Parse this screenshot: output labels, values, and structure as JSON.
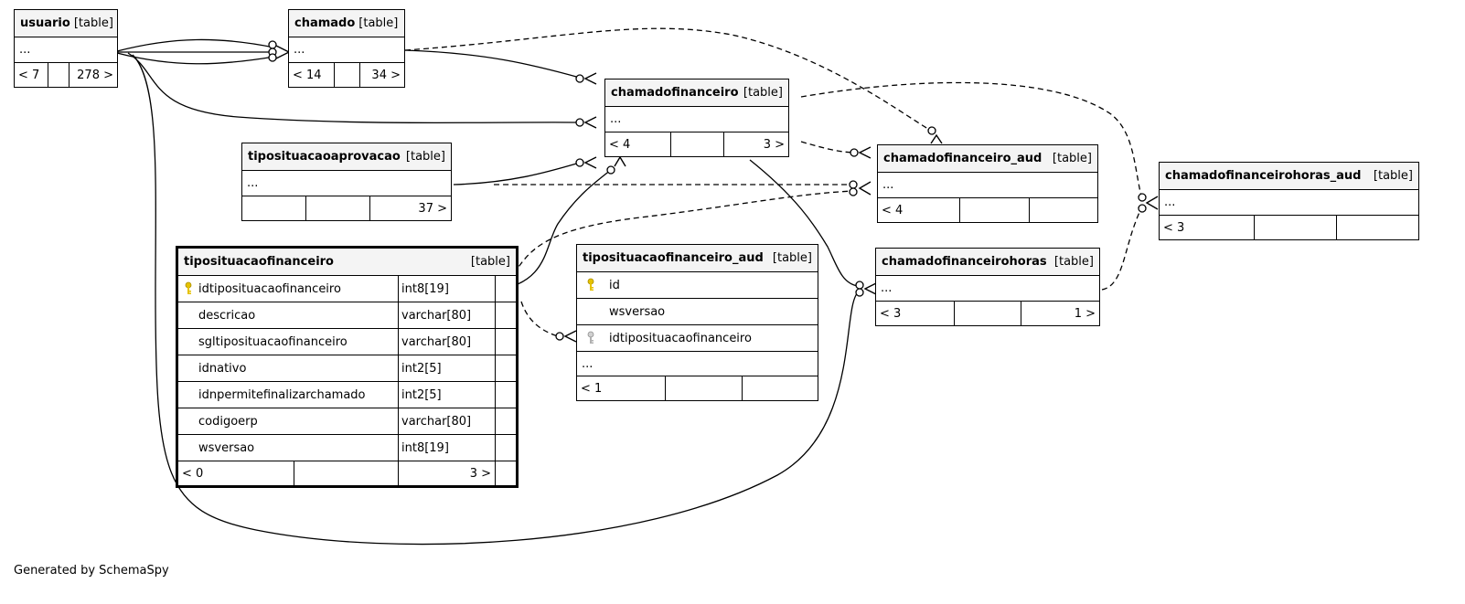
{
  "tables": {
    "usuario": {
      "name": "usuario",
      "tag": "[table]",
      "ellipsis": "...",
      "footer": [
        "< 7",
        "",
        "278 >"
      ]
    },
    "chamado": {
      "name": "chamado",
      "tag": "[table]",
      "ellipsis": "...",
      "footer": [
        "< 14",
        "",
        "34 >"
      ]
    },
    "chamadofinanceiro": {
      "name": "chamadofinanceiro",
      "tag": "[table]",
      "ellipsis": "...",
      "footer": [
        "< 4",
        "",
        "3 >"
      ]
    },
    "tiposituacaoaprovacao": {
      "name": "tiposituacaoaprovacao",
      "tag": "[table]",
      "ellipsis": "...",
      "footer": [
        "",
        "",
        "37 >"
      ]
    },
    "tiposituacaofinanceiro": {
      "name": "tiposituacaofinanceiro",
      "tag": "[table]",
      "columns": [
        {
          "name": "idtiposituacaofinanceiro",
          "type": "int8[19]"
        },
        {
          "name": "descricao",
          "type": "varchar[80]"
        },
        {
          "name": "sgltiposituacaofinanceiro",
          "type": "varchar[80]"
        },
        {
          "name": "idnativo",
          "type": "int2[5]"
        },
        {
          "name": "idnpermitefinalizarchamado",
          "type": "int2[5]"
        },
        {
          "name": "codigoerp",
          "type": "varchar[80]"
        },
        {
          "name": "wsversao",
          "type": "int8[19]"
        }
      ],
      "footer": [
        "< 0",
        "",
        "3 >"
      ]
    },
    "tiposituacaofinanceiro_aud": {
      "name": "tiposituacaofinanceiro_aud",
      "tag": "[table]",
      "columns": [
        {
          "name": "id"
        },
        {
          "name": "wsversao"
        },
        {
          "name": "idtiposituacaofinanceiro"
        }
      ],
      "ellipsis": "...",
      "footer": [
        "< 1",
        "",
        ""
      ]
    },
    "chamadofinanceiro_aud": {
      "name": "chamadofinanceiro_aud",
      "tag": "[table]",
      "ellipsis": "...",
      "footer": [
        "< 4",
        "",
        ""
      ]
    },
    "chamadofinanceirohoras": {
      "name": "chamadofinanceirohoras",
      "tag": "[table]",
      "ellipsis": "...",
      "footer": [
        "< 3",
        "",
        "1 >"
      ]
    },
    "chamadofinanceirohoras_aud": {
      "name": "chamadofinanceirohoras_aud",
      "tag": "[table]",
      "ellipsis": "...",
      "footer": [
        "< 3",
        "",
        ""
      ]
    }
  },
  "colors": {
    "primary_key_icon": "#e6c200",
    "foreign_key_icon": "#b0b0b0",
    "header_bg": "#f4f4f4"
  },
  "footer_note": "Generated by SchemaSpy"
}
